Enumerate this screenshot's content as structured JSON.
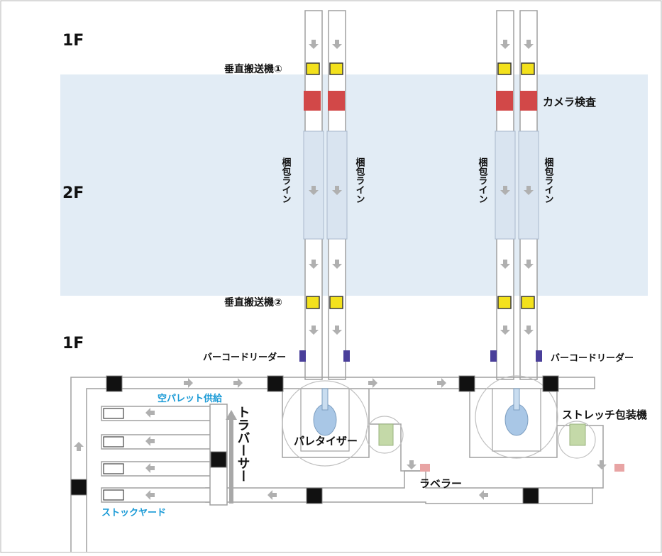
{
  "floors": {
    "top": "1F",
    "middle": "2F",
    "bottom": "1F"
  },
  "labels": {
    "vertical_conveyor_1": "垂直搬送機①",
    "vertical_conveyor_2": "垂直搬送機②",
    "camera_inspection": "カメラ検査",
    "packing_line": "梱包ライン",
    "barcode_reader": "バーコードリーダー",
    "empty_pallet_supply": "空パレット供給",
    "traverser": "トラバーサー",
    "palletizer": "パレタイザー",
    "labeler": "ラベラー",
    "stretch_wrapper": "ストレッチ包装機",
    "stock_yard": "ストックヤード"
  },
  "colors": {
    "band_2f": "#e2ecf5",
    "frame_border": "#b4b4b4",
    "conveyor_stroke": "#a0a0a0",
    "arrow": "#b0b0b0",
    "vertical_conveyor": "#f3e11c",
    "camera": "#d24848",
    "barcode": "#4a3f9a",
    "station_black": "#111111",
    "palletizer_body": "#a9c7e6",
    "wrapper_body": "#c4d9a8",
    "labeler_body": "#e8a4a4",
    "accent_text": "#1a9ad6",
    "text": "#111111"
  }
}
